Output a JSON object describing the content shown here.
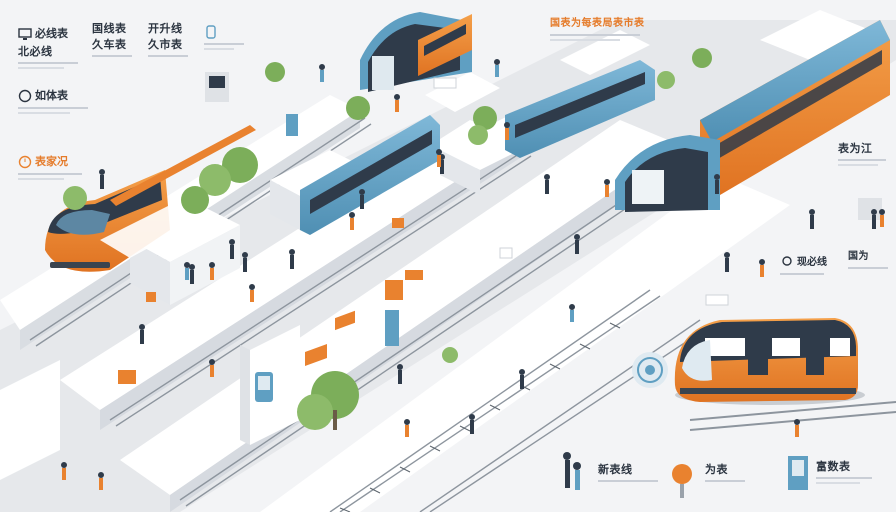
{
  "labels": {
    "top_left_1": "必线表",
    "top_left_2": "北必线",
    "top_mid_1": "国线表",
    "top_mid_2": "久车表",
    "top_r1": "开升线",
    "top_r2": "久市表",
    "top_banner": "国表为每表局表市表",
    "left_mid": "如体表",
    "left_lower": "表家况",
    "right_top": "表为江",
    "right_mid_1": "现必线",
    "right_mid_2": "国为",
    "bottom_1": "新表线",
    "bottom_2": "为表",
    "bottom_3": "富数表"
  },
  "colors": {
    "accent_orange": "#e9822f",
    "accent_blue": "#5f9fc2",
    "dark_navy": "#2f3b4a",
    "platform_white": "#ffffff",
    "shadow_gray": "#d7dbe0",
    "rail_gray": "#9aa2ab",
    "tree_green": "#7cae5a"
  }
}
